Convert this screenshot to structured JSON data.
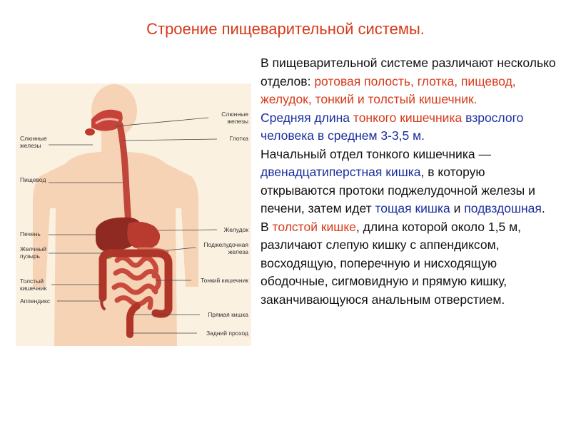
{
  "title": "Строение пищеварительной системы.",
  "labels": {
    "left": {
      "salivary": [
        "Слюнные",
        "железы"
      ],
      "esophagus": "Пищевод",
      "liver": "Печень",
      "gallbladder": [
        "Желчный",
        "пузырь"
      ],
      "colon": [
        "Толстый",
        "кишечник"
      ],
      "appendix": "Аппендикс"
    },
    "right": {
      "salivary": [
        "Слюнные",
        "железы"
      ],
      "pharynx": "Глотка",
      "stomach": "Желудок",
      "pancreas": [
        "Поджелудочная",
        "железа"
      ],
      "small_intestine": "Тонкий кишечник",
      "rectum": "Прямая кишка",
      "anus": "Задний проход"
    }
  },
  "text": {
    "p1": {
      "t1": "В пищеварительной системе различают несколько отделов: ",
      "r1": "ротовая полость, глотка, пищевод, желудок, тонкий и толстый кишечник."
    },
    "p2": {
      "b1": "Средняя длина ",
      "r1": "тонкого кишечника",
      "b2": " взрослого человека в среднем 3-3,5 м."
    },
    "p3": {
      "t1": "Начальный отдел тонкого кишечника — ",
      "b1": "двенадцатиперстная кишка",
      "t2": ", в которую открываются протоки поджелудочной железы и печени, затем идет ",
      "b2": "тощая кишка",
      "t3": " и ",
      "b3": "подвздошная",
      "t4": "."
    },
    "p4": {
      "t1": "В ",
      "r1": "толстой кишке",
      "t2": ", длина которой около 1,5 м, различают слепую кишку с аппендиксом, восходящую, поперечную и нисходящую ободочные, сигмовидную и прямую кишку, заканчивающуюся анальным отверстием."
    }
  },
  "colors": {
    "title": "#d63a1a",
    "accent_red": "#d63a1a",
    "accent_blue": "#1a2f9e",
    "panel": "#fbf1e1",
    "body_silhouette": "#f7d3b6",
    "organ": "#b3342a"
  }
}
